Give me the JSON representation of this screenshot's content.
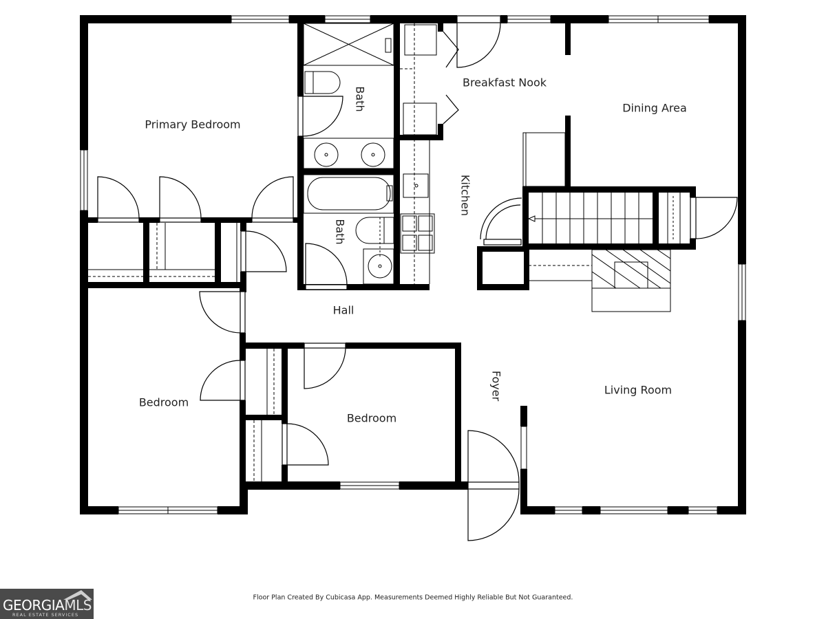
{
  "plan": {
    "wall_color": "#000000",
    "line_color": "#000000",
    "background": "#ffffff"
  },
  "rooms": {
    "primary_bedroom": "Primary Bedroom",
    "bath_primary": "Bath",
    "bath_hall": "Bath",
    "breakfast_nook": "Breakfast Nook",
    "dining_area": "Dining Area",
    "kitchen": "Kitchen",
    "hall": "Hall",
    "bedroom_left": "Bedroom",
    "bedroom_center": "Bedroom",
    "foyer": "Foyer",
    "living_room": "Living Room"
  },
  "footer": {
    "note": "Floor Plan Created By Cubicasa App. Measurements Deemed Highly Reliable But Not Guaranteed."
  },
  "logo": {
    "main_bold": "GEORGIA",
    "main_thin": "MLS",
    "sub": "REAL ESTATE SERVICES",
    "bg_color": "#4a4a4a"
  }
}
